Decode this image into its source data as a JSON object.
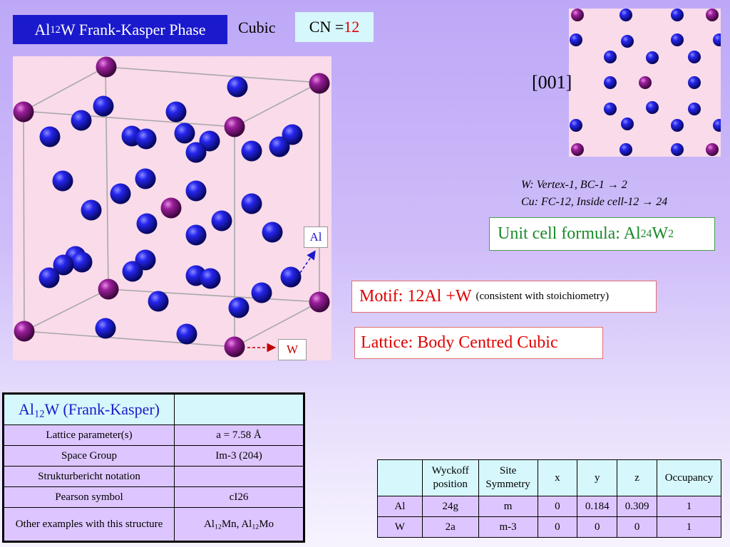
{
  "title": {
    "prefix": "Al",
    "sub": "12",
    "suffix": "W Frank-Kasper Phase"
  },
  "cubic_label": "Cubic",
  "cn": {
    "label": "CN =",
    "value": "12"
  },
  "direction_label": "[001]",
  "site_counts": {
    "w_line": "W: Vertex-1, BC-1 → 2",
    "al_line": "Cu: FC-12, Inside cell-12 → 24"
  },
  "unit_cell_formula": {
    "label": "Unit cell formula: Al",
    "al_sub": "24",
    "w": "W",
    "w_sub": "2"
  },
  "motif": {
    "main": "Motif: 12Al +W",
    "note": "(consistent with stoichiometry)"
  },
  "lattice": "Lattice: Body Centred Cubic",
  "atom_tags": {
    "al": "Al",
    "w": "W"
  },
  "colors": {
    "al_atom": "#1a1acc",
    "w_atom": "#8c1a8c",
    "title_bg": "#1a1acc",
    "accent_red": "#e00000",
    "formula_green": "#1a8a2a",
    "panel_pink": "#f9dbea",
    "table_head": "#d6f7fb",
    "table_body": "#ddc6ff"
  },
  "info_table": {
    "header": {
      "prefix": "Al",
      "sub": "12",
      "suffix": "W (Frank-Kasper)",
      "value": ""
    },
    "rows": [
      {
        "label": "Lattice parameter(s)",
        "value": "a = 7.58 Å"
      },
      {
        "label": "Space Group",
        "value": "Im-3 (204)"
      },
      {
        "label": "Strukturbericht notation",
        "value": ""
      },
      {
        "label": "Pearson symbol",
        "value": "cI26"
      }
    ],
    "examples": {
      "label": "Other examples with this structure",
      "v1": "Al",
      "v1_sub": "12",
      "v2": "Mn, Al",
      "v2_sub": "12",
      "v3": "Mo"
    }
  },
  "wyckoff_table": {
    "headers": [
      "",
      "Wyckoff position",
      "Site Symmetry",
      "x",
      "y",
      "z",
      "Occupancy"
    ],
    "rows": [
      [
        "Al",
        "24g",
        "m",
        "0",
        "0.184",
        "0.309",
        "1"
      ],
      [
        "W",
        "2a",
        "m-3",
        "0",
        "0",
        "0",
        "1"
      ]
    ]
  }
}
